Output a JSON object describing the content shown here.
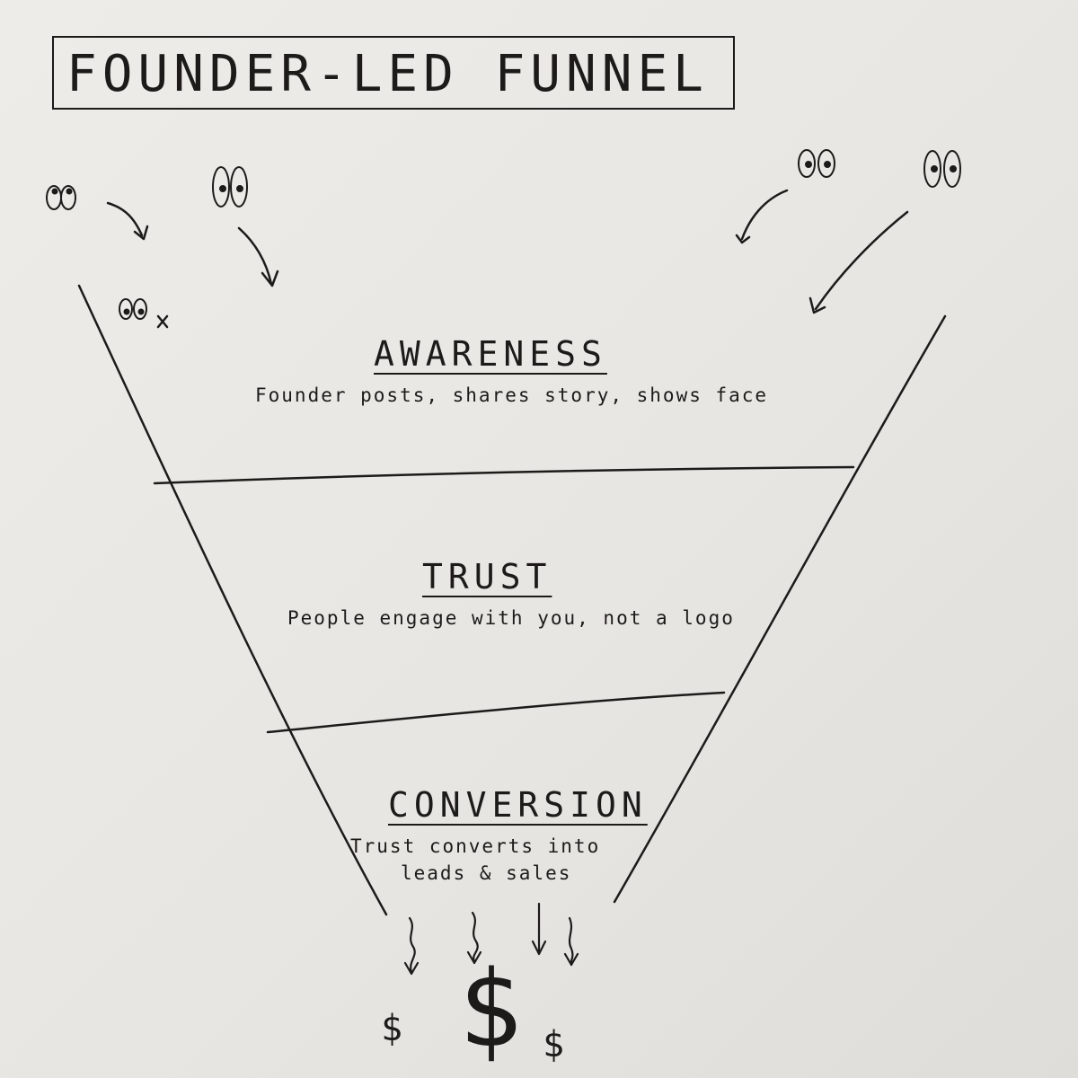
{
  "title": "FOUNDER-LED FUNNEL",
  "stages": [
    {
      "name": "AWARENESS",
      "description": "Founder posts, shares story, shows face"
    },
    {
      "name": "TRUST",
      "description": "People engage with you, not a logo"
    },
    {
      "name": "CONVERSION",
      "description_lines": [
        "Trust converts into",
        "leads & sales"
      ]
    }
  ],
  "output_symbols": [
    "$",
    "$",
    "$"
  ],
  "icons": {
    "audience": "eyes-icon",
    "flow": "arrow-icon",
    "revenue": "dollar-icon"
  },
  "colors": {
    "ink": "#1d1b19",
    "paper": "#e9e7e3"
  }
}
